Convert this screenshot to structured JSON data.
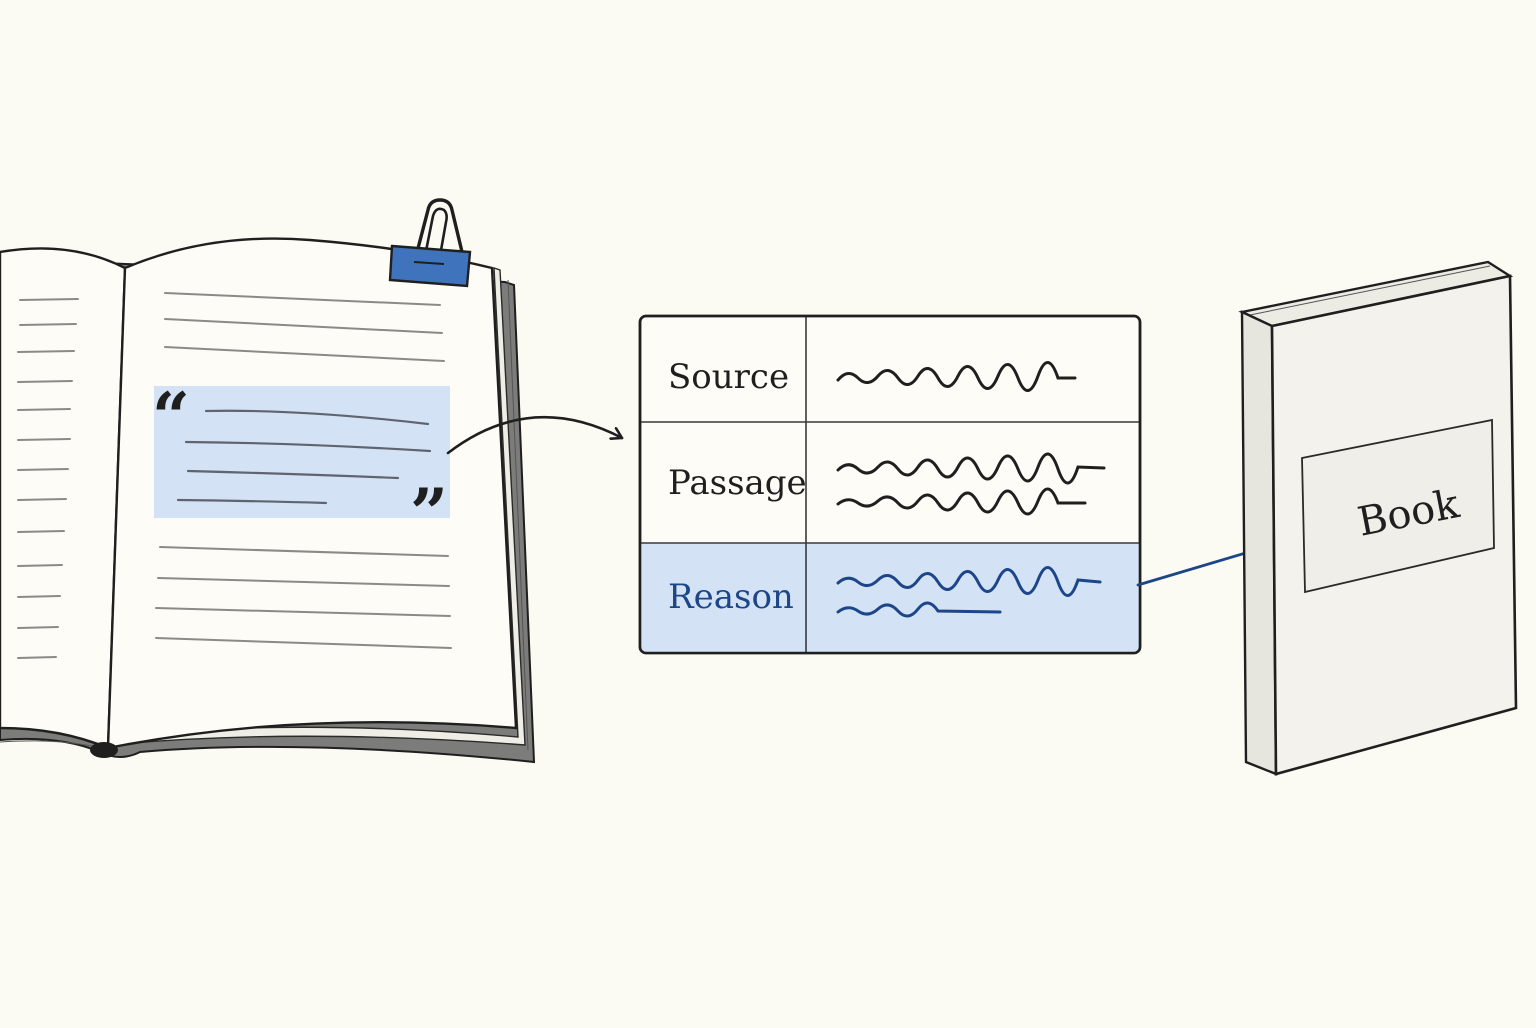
{
  "colors": {
    "background": "#fbfaf3",
    "ink": "#1f1f1f",
    "highlight": "#d3e3f5",
    "accent_blue": "#1c4688",
    "clip_blue": "#3f74bd",
    "paper": "#fdfcf6",
    "book_cover": "#f3f2ec"
  },
  "open_book": {
    "quote_open": "“",
    "quote_close": "”",
    "clip_icon": "binder-clip-icon"
  },
  "card": {
    "rows": [
      {
        "label": "Source",
        "highlighted": false
      },
      {
        "label": "Passage",
        "highlighted": false
      },
      {
        "label": "Reason",
        "highlighted": true
      }
    ]
  },
  "closed_book": {
    "label": "Book"
  }
}
